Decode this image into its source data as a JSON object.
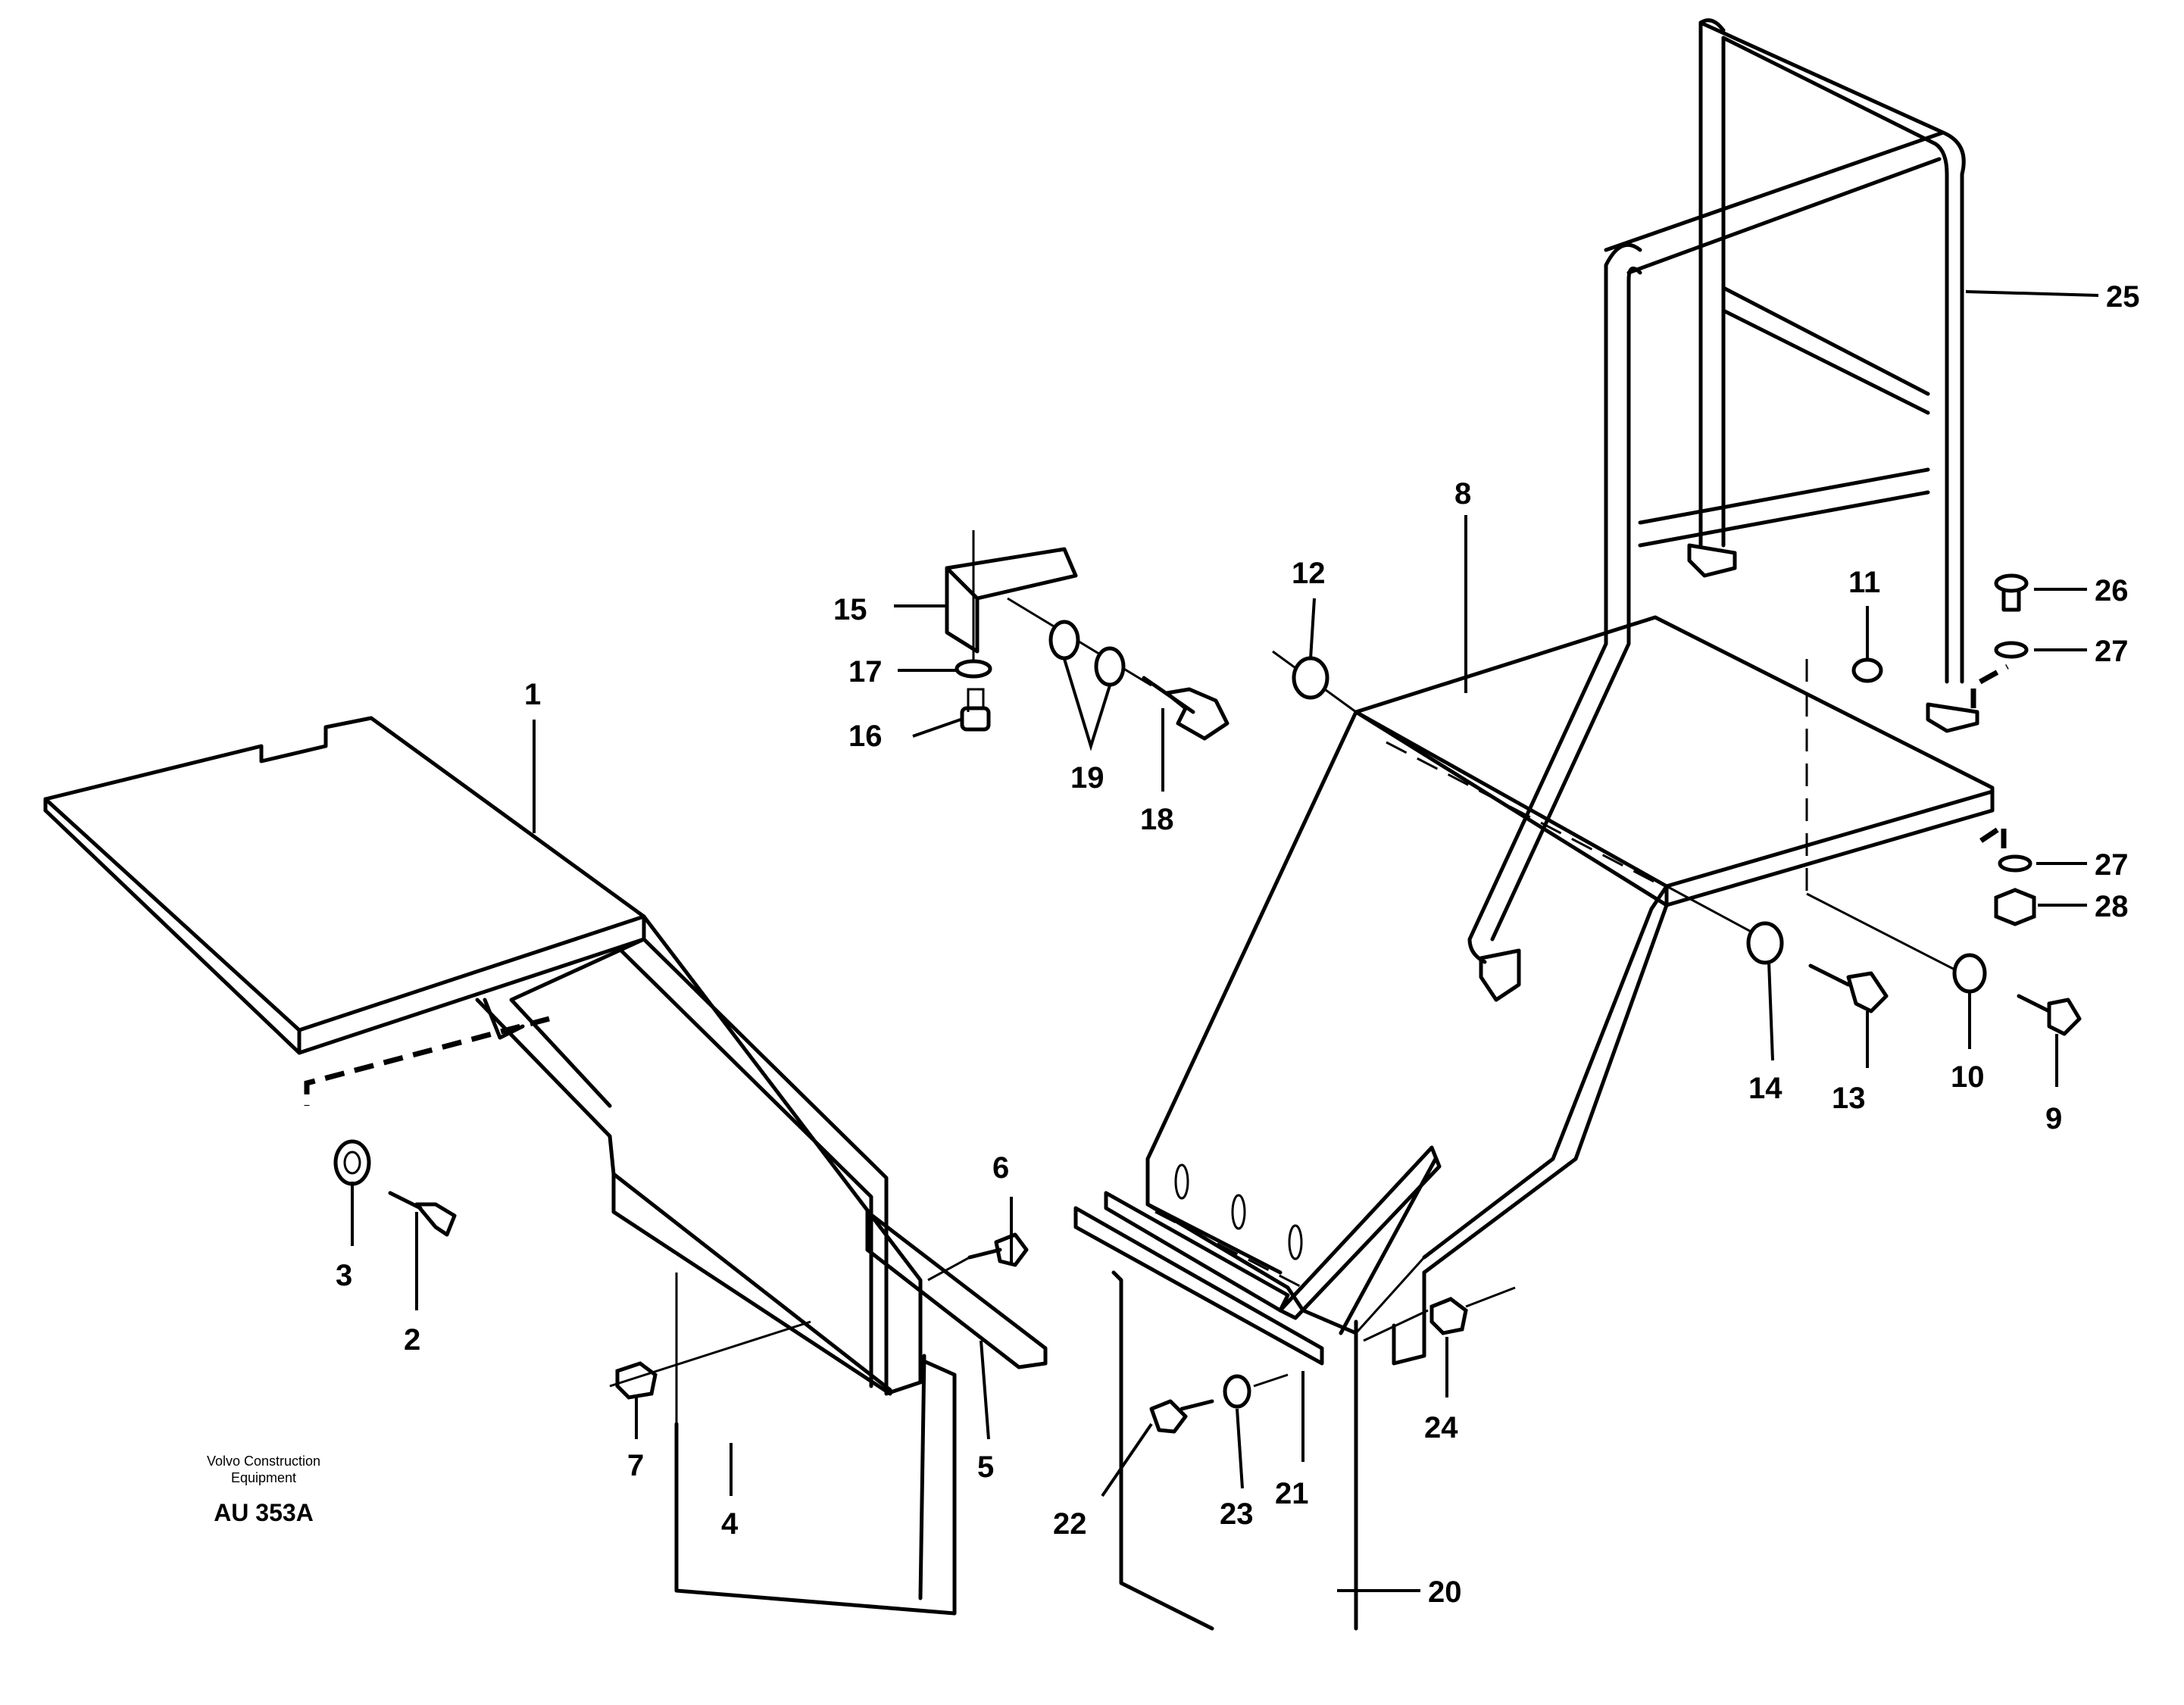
{
  "figure": {
    "credit_line1": "Volvo Construction",
    "credit_line2": "Equipment",
    "reference": "AU 353A"
  },
  "callouts": {
    "p1": "1",
    "p2": "2",
    "p3": "3",
    "p4": "4",
    "p5": "5",
    "p6": "6",
    "p7": "7",
    "p8": "8",
    "p9": "9",
    "p10": "10",
    "p11": "11",
    "p12": "12",
    "p13": "13",
    "p14": "14",
    "p15": "15",
    "p16": "16",
    "p17": "17",
    "p18": "18",
    "p19": "19",
    "p20": "20",
    "p21": "21",
    "p22": "22",
    "p23": "23",
    "p24": "24",
    "p25": "25",
    "p26": "26",
    "p27a": "27",
    "p27b": "27",
    "p28": "28"
  }
}
